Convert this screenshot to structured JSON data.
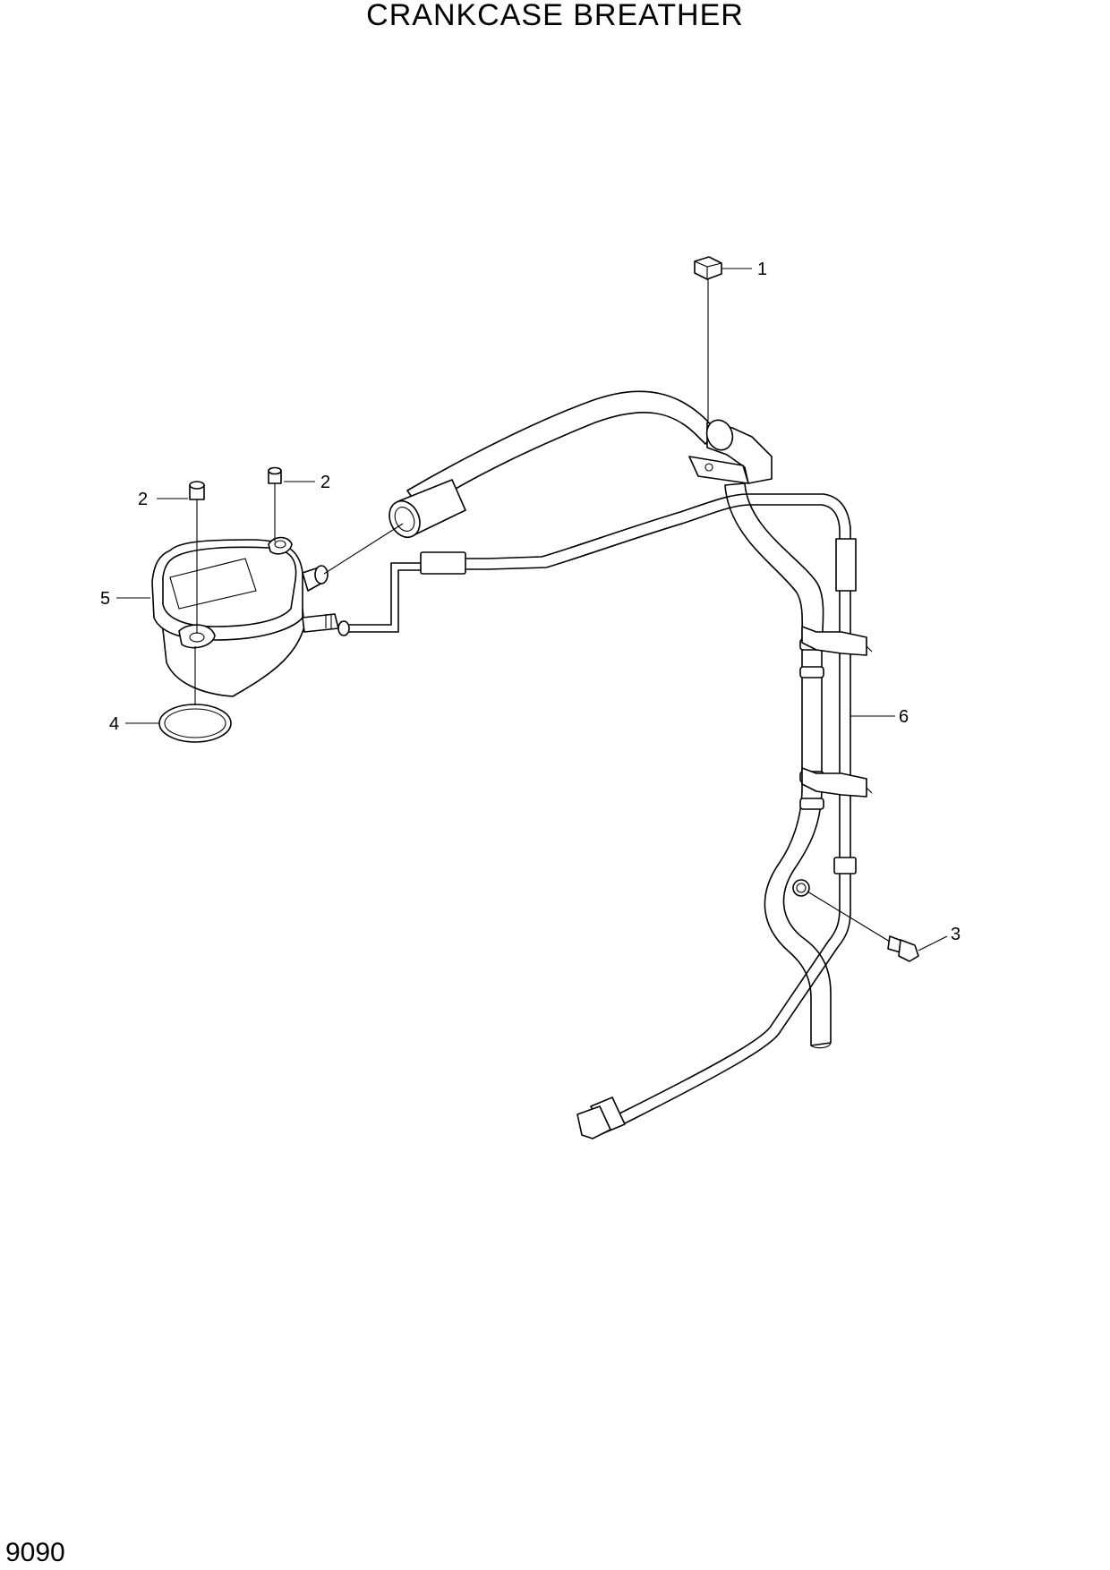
{
  "title": "CRANKCASE BREATHER",
  "page_number": "9090",
  "callouts": [
    {
      "id": "c1",
      "label": "1"
    },
    {
      "id": "c2a",
      "label": "2"
    },
    {
      "id": "c2b",
      "label": "2"
    },
    {
      "id": "c3",
      "label": "3"
    },
    {
      "id": "c4",
      "label": "4"
    },
    {
      "id": "c5",
      "label": "5"
    },
    {
      "id": "c6",
      "label": "6"
    }
  ]
}
